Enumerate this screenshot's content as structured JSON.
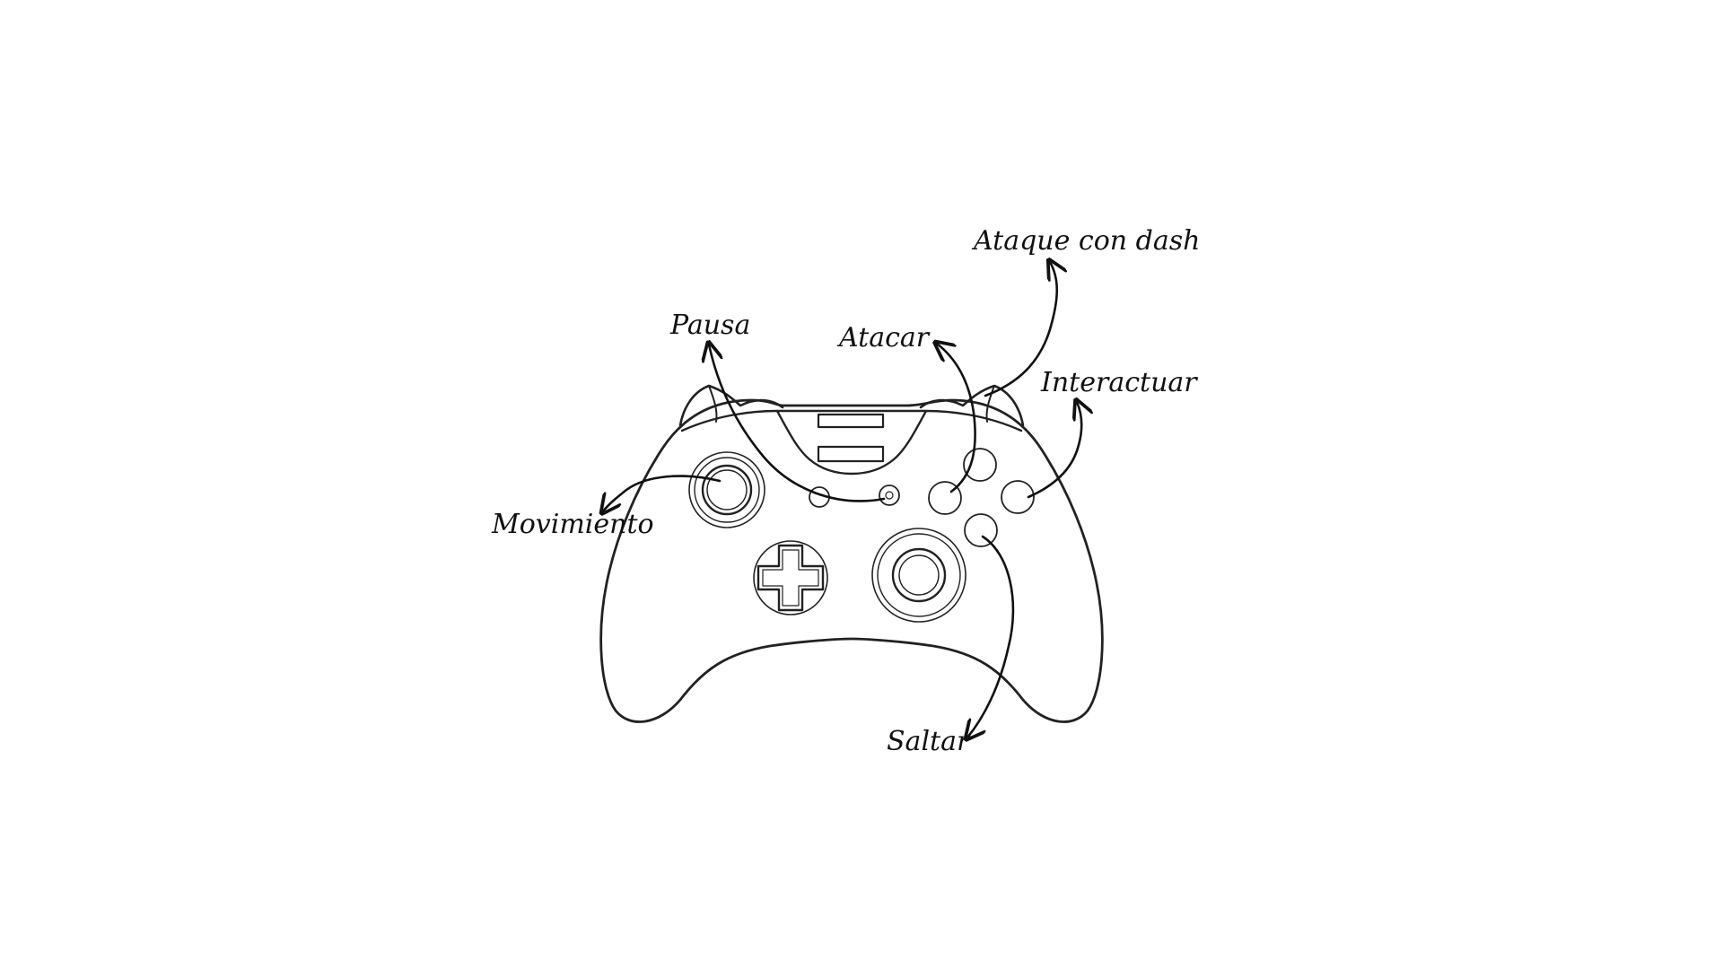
{
  "colors": {
    "background": "#ffffff",
    "line": "#222222",
    "arrow": "#111111"
  },
  "controller": {
    "icon": "gamepad-outline"
  },
  "labels": {
    "attack_dash": "Ataque con dash",
    "pause": "Pausa",
    "attack": "Atacar",
    "interact": "Interactuar",
    "movement": "Movimiento",
    "jump": "Saltar"
  }
}
